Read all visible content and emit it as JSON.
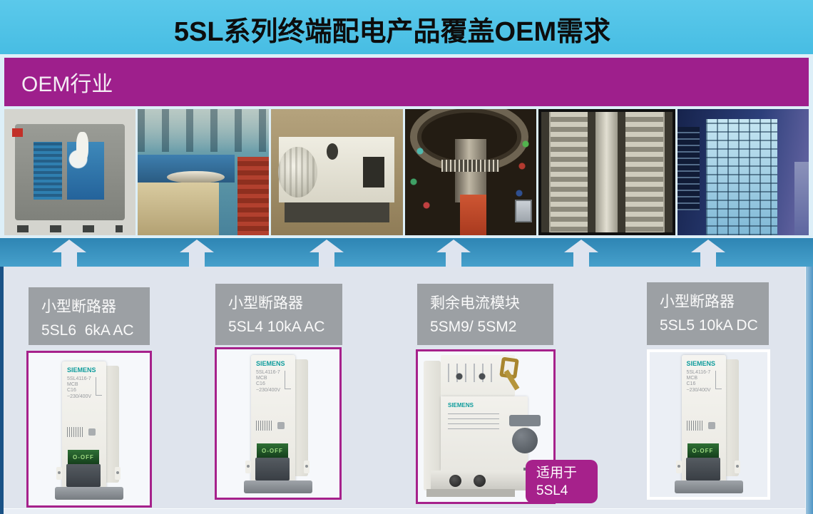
{
  "title": "5SL系列终端配电产品覆盖OEM需求",
  "oem_banner": {
    "label": "OEM行业"
  },
  "industries": [
    {
      "name": "air-compressor"
    },
    {
      "name": "production-line"
    },
    {
      "name": "machine-tool"
    },
    {
      "name": "circular-knitting-machine"
    },
    {
      "name": "escalator"
    },
    {
      "name": "glass-building"
    }
  ],
  "products": [
    {
      "category": "小型断路器",
      "model": "5SL6  6kA AC"
    },
    {
      "category": "小型断路器",
      "model": "5SL4 10kA AC"
    },
    {
      "category": "剩余电流模块",
      "model": "5SM9/ 5SM2"
    },
    {
      "category": "小型断路器",
      "model": "5SL5 10kA DC"
    }
  ],
  "callout": {
    "line1": "适用于",
    "line2": "5SL4"
  },
  "device_print": {
    "brand": "SIEMENS",
    "model": "5SL4116-7",
    "type": "MCB",
    "rating": "C16",
    "voltage": "~230/400V",
    "switch_label": "O-OFF"
  },
  "colors": {
    "accent_magenta": "#9E1F8C",
    "band_blue": "#3690BE",
    "background_cyan": "#4FC1E5",
    "panel_light": "#DFE4ED",
    "label_gray": "#9CA0A4"
  }
}
